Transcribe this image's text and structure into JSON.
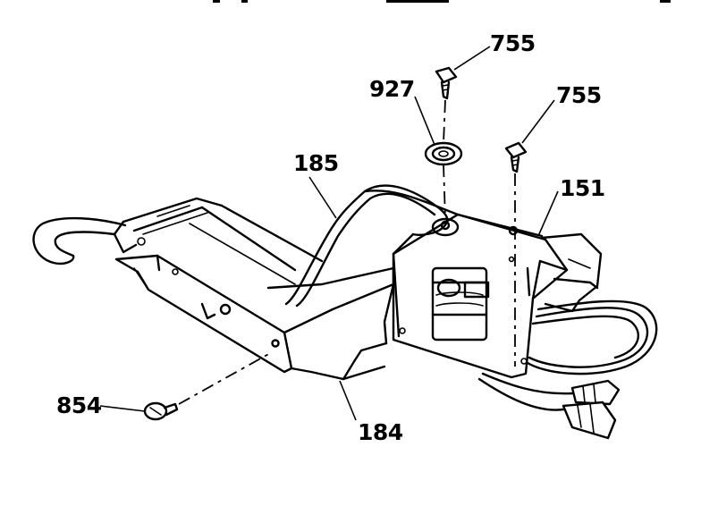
{
  "callouts": [
    {
      "id": "755a",
      "text": "755"
    },
    {
      "id": "927",
      "text": "927"
    },
    {
      "id": "755b",
      "text": "755"
    },
    {
      "id": "185",
      "text": "185"
    },
    {
      "id": "151",
      "text": "151"
    },
    {
      "id": "854",
      "text": "854"
    },
    {
      "id": "184",
      "text": "184"
    }
  ]
}
